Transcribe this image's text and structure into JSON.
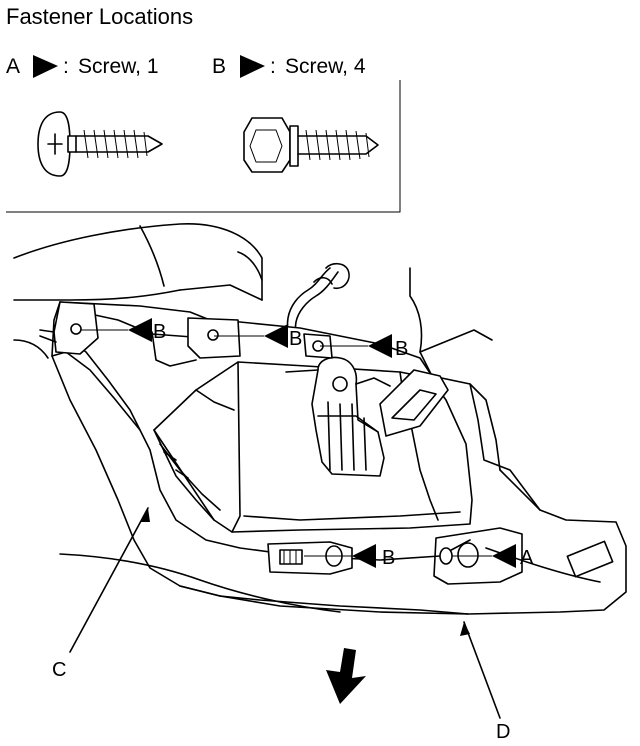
{
  "title": "Fastener Locations",
  "legend": {
    "a": {
      "letter": "A",
      "separator": ":",
      "text": "Screw, 1"
    },
    "b": {
      "letter": "B",
      "separator": ":",
      "text": "Screw, 4"
    }
  },
  "callouts": {
    "b1": "B",
    "b2": "B",
    "b3": "B",
    "b4": "B",
    "a1": "A",
    "c": "C",
    "d": "D"
  },
  "icons": {
    "fastener_arrow": "black-triangle-arrow-icon",
    "screw_a": "phillips-pan-head-screw-icon",
    "screw_b": "hex-flange-head-screw-icon",
    "direction": "down-arrow-icon"
  }
}
